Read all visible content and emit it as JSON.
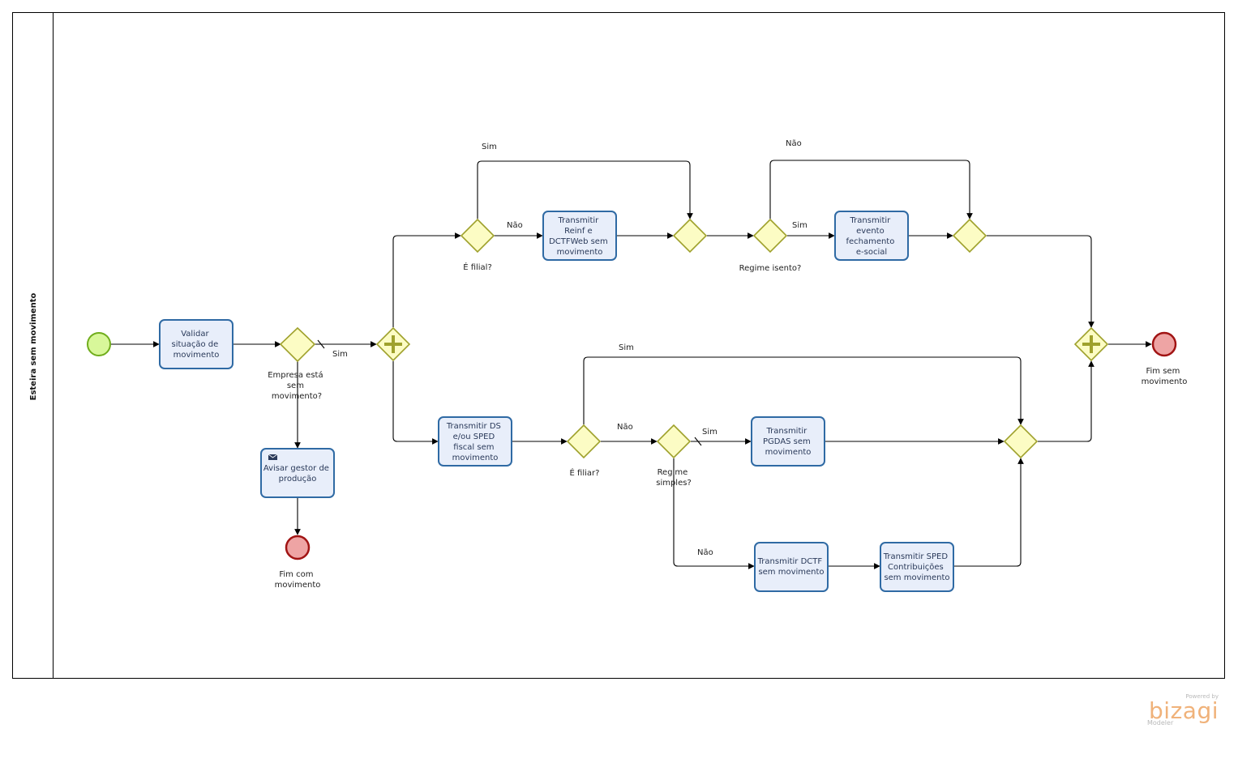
{
  "pool": {
    "label": "Esteira sem movimento"
  },
  "tasks": {
    "validar": [
      "Validar",
      "situação de",
      "movimento"
    ],
    "avisar": [
      "Avisar gestor de",
      "produção"
    ],
    "reinf": [
      "Transmitir",
      "Reinf e",
      "DCTFWeb sem",
      "movimento"
    ],
    "esocial": [
      "Transmitir",
      "evento",
      "fechamento",
      "e-social"
    ],
    "ds_sped": [
      "Transmitir DS",
      "e/ou SPED",
      "fiscal sem",
      "movimento"
    ],
    "pgdas": [
      "Transmitir",
      "PGDAS sem",
      "movimento"
    ],
    "dctf": [
      "Transmitir DCTF",
      "sem movimento"
    ],
    "sped_contrib": [
      "Transmitir SPED",
      "Contribuições",
      "sem movimento"
    ]
  },
  "gateways": {
    "empresa": [
      "Empresa está",
      "sem",
      "movimento?"
    ],
    "e_filial_top": [
      "É filial?"
    ],
    "regime_isento": [
      "Regime isento?"
    ],
    "e_filiar": [
      "É filiar?"
    ],
    "regime_simples": [
      "Regime",
      "simples?"
    ]
  },
  "events": {
    "fim_com": [
      "Fim com",
      "movimento"
    ],
    "fim_sem": [
      "Fim sem",
      "movimento"
    ]
  },
  "flow_labels": {
    "sim_main": "Sim",
    "sim_top_loop": "Sim",
    "nao_reinf": "Não",
    "nao_top_loop": "Não",
    "sim_esocial": "Sim",
    "sim_bottom_loop": "Sim",
    "nao_filiar": "Não",
    "sim_pgdas": "Sim",
    "nao_dctf": "Não"
  },
  "brand": {
    "powered": "Powered by",
    "name": "bizagi",
    "product": "Modeler"
  },
  "colors": {
    "task_fill": "#e8eefa",
    "task_stroke": "#2f6aa4",
    "gateway_fill": "#fcfcc4",
    "gateway_stroke": "#9fa12c",
    "start_fill": "#d8f79a",
    "start_stroke": "#70ad1c",
    "end_fill": "#eea4a4",
    "end_stroke": "#a11414"
  }
}
